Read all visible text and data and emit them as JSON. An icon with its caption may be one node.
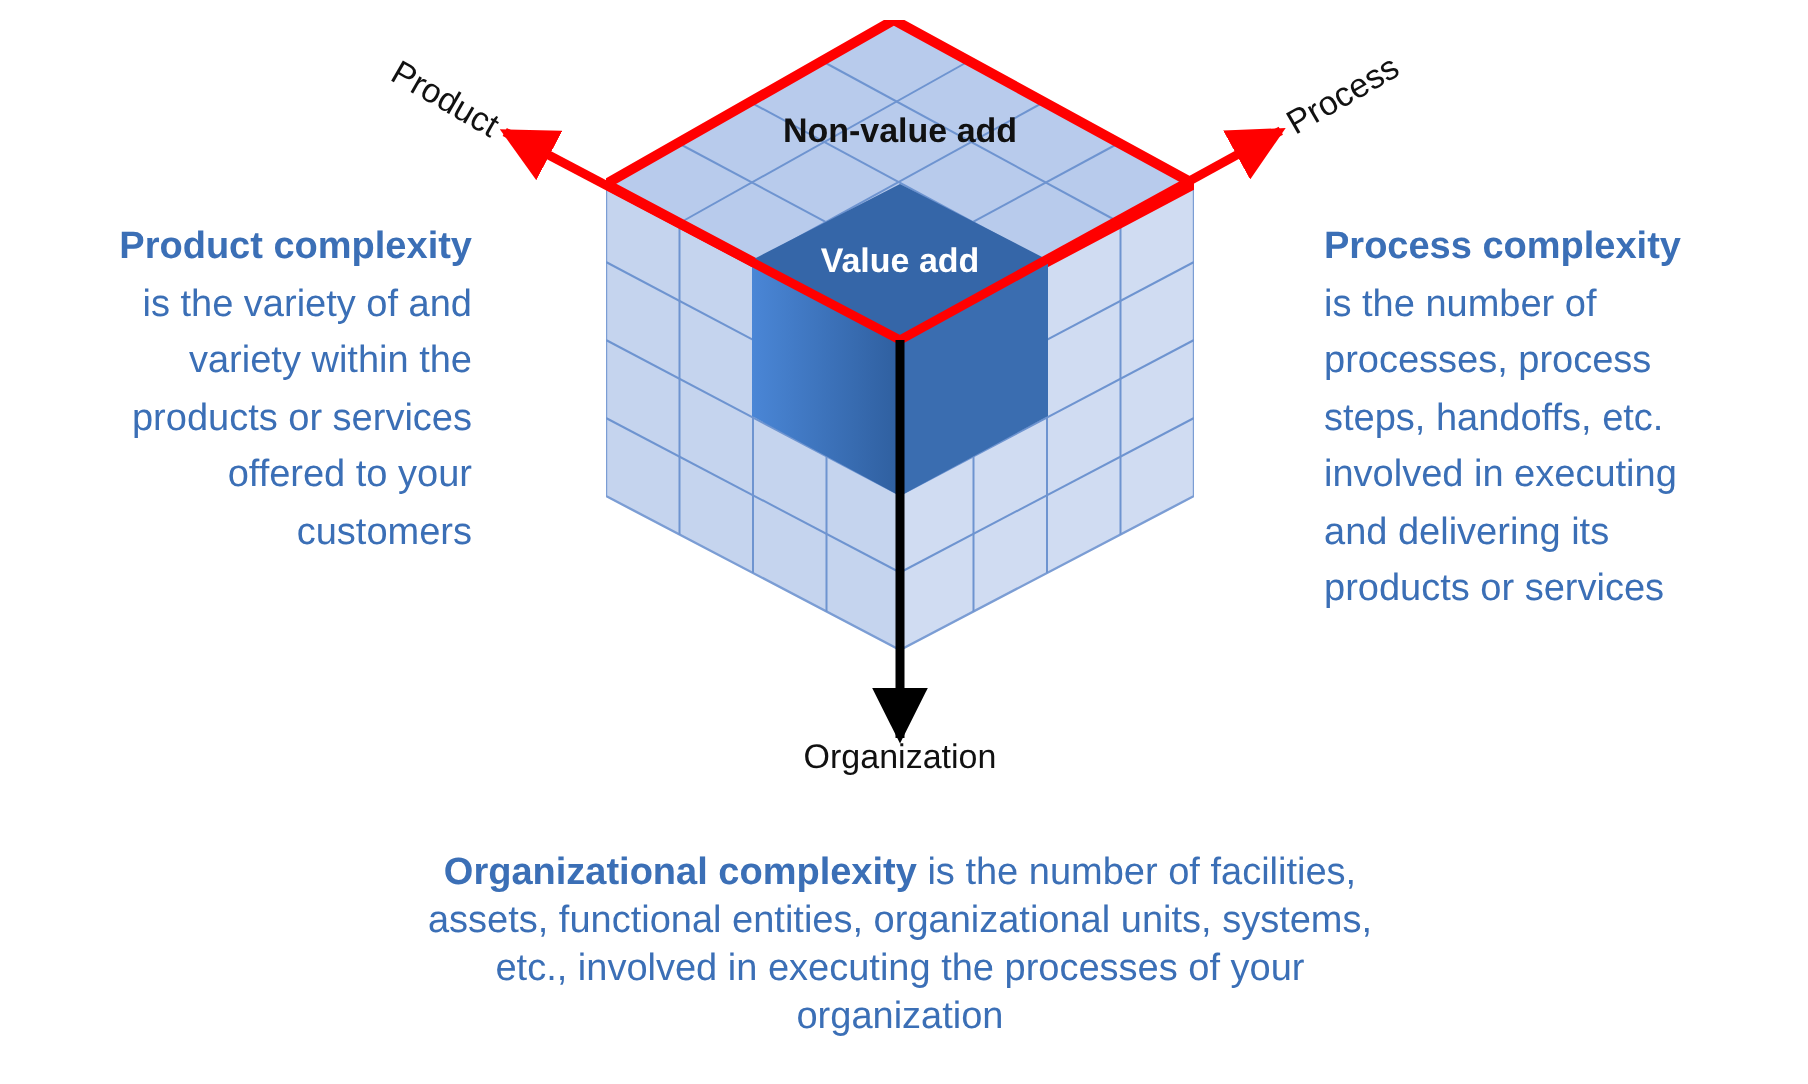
{
  "diagram": {
    "nodes": [
      {
        "text": [
          "Non-value add"
        ]
      },
      {
        "text": [
          "Value add"
        ],
        "in": 0
      },
      {
        "text": [
          "Product"
        ]
      },
      {
        "text": [
          "Process"
        ]
      },
      {
        "text": [
          "Organization"
        ]
      }
    ],
    "edges": [
      {
        "from": 1,
        "to": 2,
        "arrow": "to"
      },
      {
        "from": 1,
        "to": 3,
        "arrow": "to"
      },
      {
        "from": 1,
        "to": 4,
        "arrow": "to",
        "color": "#000000"
      }
    ],
    "labels": [
      "**Product complexity** is the variety of and variety within the products or services offered to your customers",
      "**Process complexity** is the number of processes, process steps, handoffs, etc. involved in executing and delivering its products or services",
      "**Organizational complexity** is the number of facilities, assets, functional entities, organizational units, systems, etc., involved in executing the processes of your organization"
    ]
  }
}
